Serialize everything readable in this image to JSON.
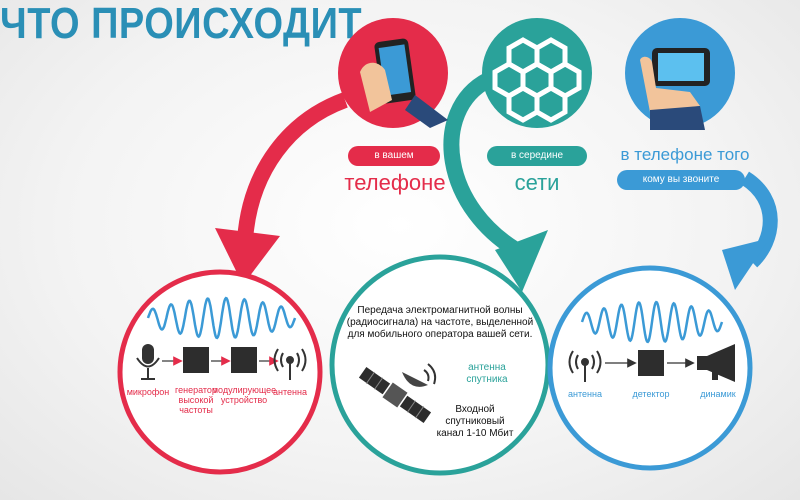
{
  "title": "ЧТО ПРОИСХОДИТ",
  "colors": {
    "red": "#e42c4a",
    "teal": "#2aa29a",
    "blue": "#3b9ad6",
    "dark": "#222222"
  },
  "stage1": {
    "pill": "в вашем",
    "big": "телефоне",
    "icon": "hand-holding-phone-icon"
  },
  "stage2": {
    "pill": "в середине",
    "big": "сети",
    "icon": "hexagon-network-icon"
  },
  "stage3": {
    "big": "в телефоне того",
    "pill": "кому вы звоните",
    "icon": "hand-holding-phone-icon"
  },
  "circle1": {
    "labels": {
      "mic": "микрофон",
      "gen": [
        "генератор",
        "высокой",
        "частоты"
      ],
      "mod": [
        "модулирующее",
        "устройство"
      ],
      "ant": "антенна"
    }
  },
  "circle2": {
    "description": [
      "Передача электромагнитной волны",
      "(радиосигнала) на частоте, выделенной",
      "для мобильного оператора вашей сети."
    ],
    "antenna_label": [
      "антенна",
      "спутника"
    ],
    "channel": [
      "Входной спутниковый",
      "канал 1-10 Мбит"
    ]
  },
  "circle3": {
    "labels": {
      "ant": "антенна",
      "det": "детектор",
      "spk": "динамик"
    }
  }
}
